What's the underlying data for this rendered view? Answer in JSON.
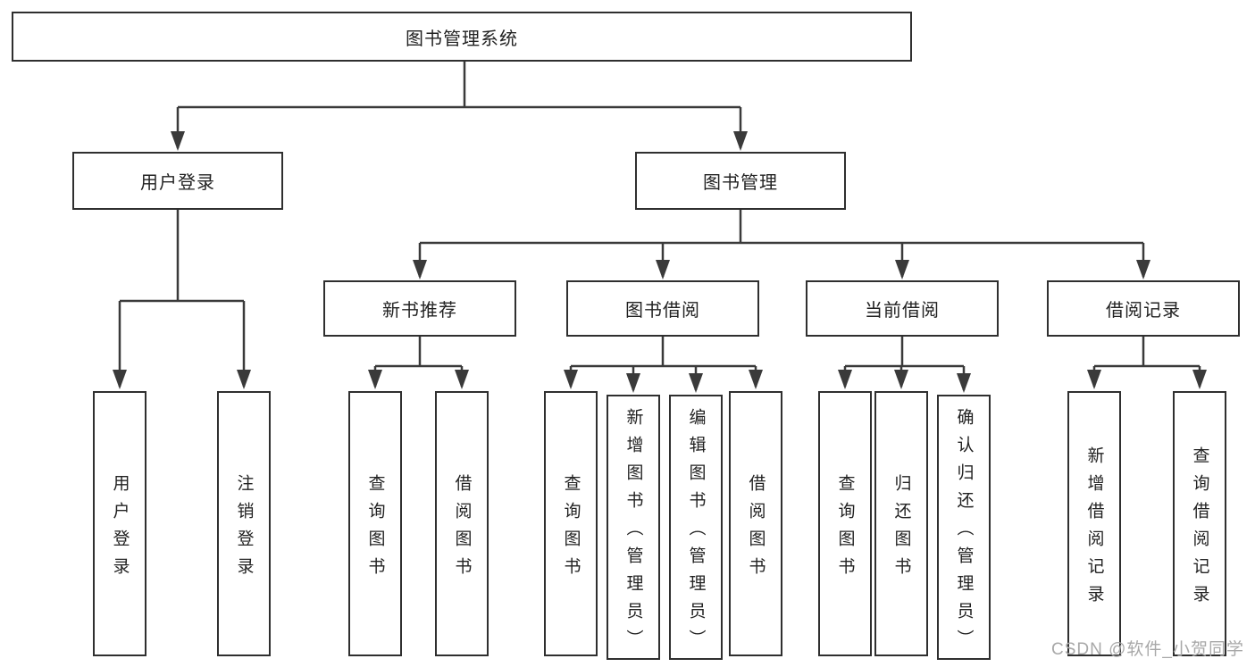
{
  "diagram": {
    "title_node": "图书管理系统",
    "level2": {
      "user_login": "用户登录",
      "book_management": "图书管理"
    },
    "level3": {
      "new_book_recommend": "新书推荐",
      "book_borrowing": "图书借阅",
      "current_borrowing": "当前借阅",
      "borrowing_records": "借阅记录"
    },
    "leaves": {
      "user_login": "用户登录",
      "logout": "注销登录",
      "recommend_query_books": "查询图书",
      "recommend_borrow_books": "借阅图书",
      "borrowing_query_books": "查询图书",
      "borrowing_add_books": "新增图书（管理员）",
      "borrowing_edit_books": "编辑图书（管理员）",
      "borrowing_borrow_books": "借阅图书",
      "current_query_books": "查询图书",
      "current_return_books": "归还图书",
      "current_confirm_return": "确认归还（管理员）",
      "records_add_record": "新增借阅记录",
      "records_query_record": "查询借阅记录"
    },
    "line_color": "#3a3a3a",
    "border_color": "#2f2f2f"
  },
  "watermark": "CSDN @软件_小贺同学"
}
